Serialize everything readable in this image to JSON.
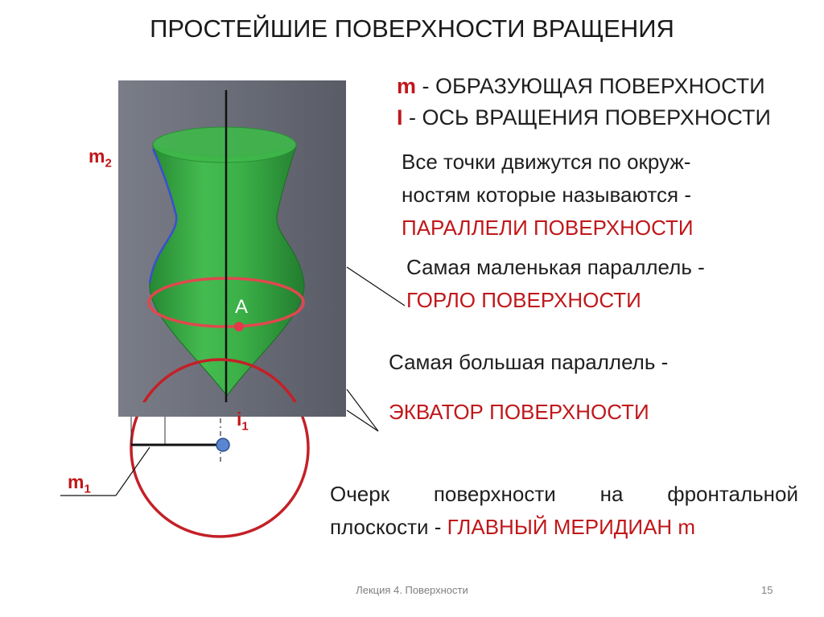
{
  "title": "ПРОСТЕЙШИЕ ПОВЕРХНОСТИ ВРАЩЕНИЯ",
  "definitions": {
    "m_symbol": "m",
    "m_text": " - ОБРАЗУЮЩАЯ ПОВЕРХНОСТИ",
    "i_symbol": "I",
    "i_text": " - ОСЬ ВРАЩЕНИЯ ПОВЕРХНОСТИ"
  },
  "parallels": {
    "line1": "Все точки движутся по окруж-",
    "line2": "ностям которые называются -",
    "term": "ПАРАЛЛЕЛИ ПОВЕРХНОСТИ"
  },
  "throat": {
    "line1": "Самая маленькая параллель -",
    "term": "ГОРЛО ПОВЕРХНОСТИ"
  },
  "equator": {
    "line1": "Самая большая параллель -",
    "term": "ЭКВАТОР ПОВЕРХНОСТИ"
  },
  "meridian": {
    "line1": "Очерк поверхности на фронтальной",
    "line2": "плоскости - ",
    "term": "ГЛАВНЫЙ МЕРИДИАН m"
  },
  "labels": {
    "m2_base": "m",
    "m2_sub": "2",
    "m1_base": "m",
    "m1_sub": "1",
    "i1_base": "i",
    "i1_sub": "1",
    "point_a": "A"
  },
  "footer": {
    "text": "Лекция 4. Поверхности",
    "page": "15"
  },
  "colors": {
    "accent_red": "#c0171a",
    "surface_green": "#2fae3a",
    "panel_gray": "#6b6e78",
    "point_blue": "#4f7fc9"
  }
}
